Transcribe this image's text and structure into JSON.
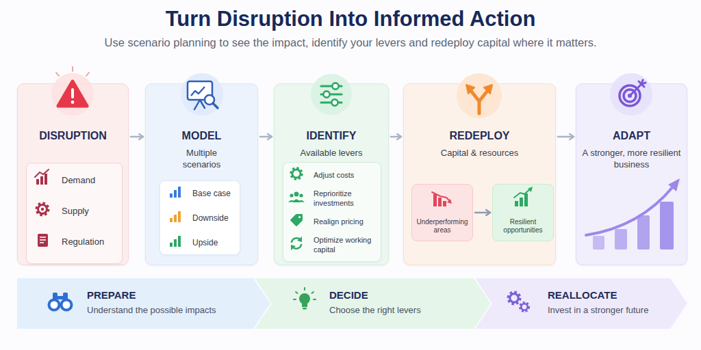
{
  "diagram": {
    "title": "Turn Disruption Into Informed Action",
    "caption": "Use scenario planning to see the impact, identify your levers and redeploy capital where it matters.",
    "nodes": [
      {
        "text": [
          "DISRUPTION"
        ]
      },
      {
        "text": [
          "Demand",
          "Supply",
          "Regulation"
        ],
        "in": 0
      },
      {
        "text": [
          "MODEL",
          "Multiple scenarios"
        ]
      },
      {
        "text": [
          "Base case",
          "Downside",
          "Upside"
        ],
        "in": 2
      },
      {
        "text": [
          "IDENTIFY",
          "Available levers"
        ]
      },
      {
        "text": [
          "Adjust costs",
          "Reprioritize investments",
          "Realign pricing",
          "Optimize working capital"
        ],
        "in": 4
      },
      {
        "text": [
          "REDEPLOY",
          "Capital & resources"
        ]
      },
      {
        "text": [
          "Underperforming areas"
        ],
        "in": 6
      },
      {
        "text": [
          "Resilient opportunities"
        ],
        "in": 6
      },
      {
        "text": [
          "ADAPT",
          "A stronger, more resilient business"
        ]
      },
      {
        "text": [
          "PREPARE",
          "Understand the possible impacts"
        ]
      },
      {
        "text": [
          "DECIDE",
          "Choose the right levers"
        ]
      },
      {
        "text": [
          "REALLOCATE",
          "Invest in a stronger future"
        ]
      }
    ],
    "edges": [
      {
        "from": 0,
        "to": 2,
        "arrow": "to"
      },
      {
        "from": 2,
        "to": 4,
        "arrow": "to"
      },
      {
        "from": 4,
        "to": 6,
        "arrow": "to"
      },
      {
        "from": 6,
        "to": 9,
        "arrow": "to"
      },
      {
        "from": 7,
        "to": 8,
        "arrow": "to"
      }
    ]
  }
}
